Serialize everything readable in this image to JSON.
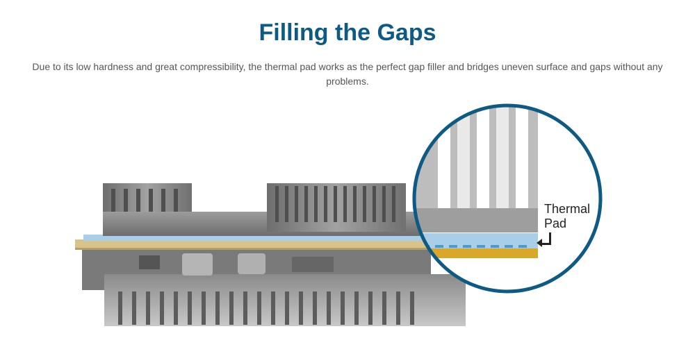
{
  "header": {
    "title": "Filling the Gaps",
    "description": "Due to its low hardness and great compressibility, the thermal pad works as the perfect gap filler and bridges uneven surface and gaps without any problems."
  },
  "illustration": {
    "callout_line1": "Thermal",
    "callout_line2": "Pad",
    "colors": {
      "accent": "#0d5a85",
      "thermal_pad": "#a9cfe8",
      "pcb": "#d8c48a",
      "heatsink": "#8a8a8a"
    }
  }
}
